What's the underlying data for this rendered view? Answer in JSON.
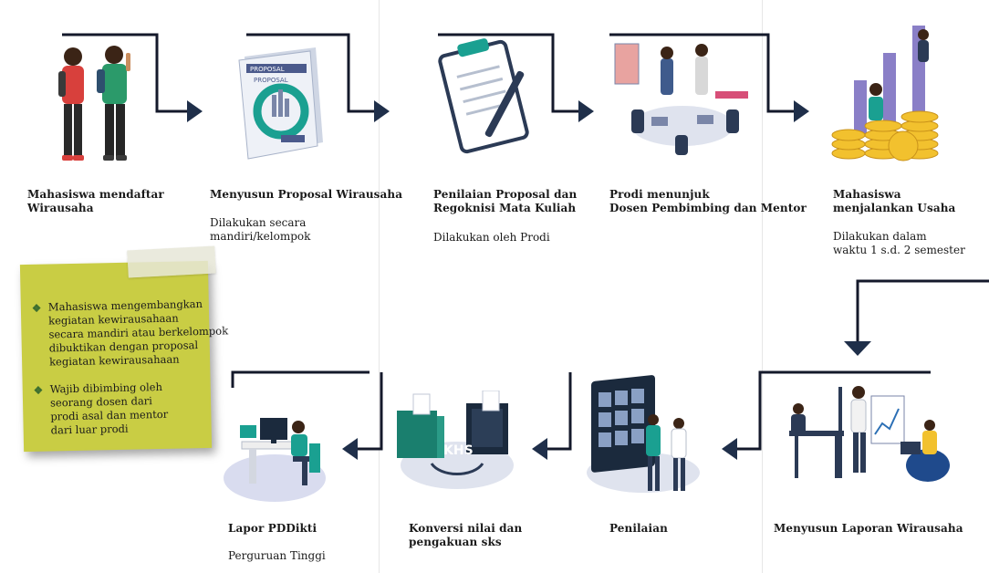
{
  "steps_top": [
    {
      "caption": [
        "Mahasiswa mendaftar",
        "Wirausaha"
      ],
      "sub": []
    },
    {
      "caption": [
        "Menyusun Proposal Wirausaha"
      ],
      "sub": [
        "Dilakukan secara",
        "mandiri/kelompok"
      ]
    },
    {
      "caption": [
        "Penilaian Proposal dan",
        "Regoknisi Mata Kuliah"
      ],
      "sub": [
        "Dilakukan oleh Prodi"
      ]
    },
    {
      "caption": [
        "Prodi menunjuk",
        "Dosen Pembimbing dan Mentor"
      ],
      "sub": []
    },
    {
      "caption": [
        "Mahasiswa",
        "menjalankan Usaha"
      ],
      "sub": [
        "Dilakukan dalam",
        "waktu 1 s.d. 2 semester"
      ]
    }
  ],
  "steps_bottom": [
    {
      "caption": [
        "Menyusun Laporan Wirausaha"
      ],
      "sub": []
    },
    {
      "caption": [
        "Penilaian"
      ],
      "sub": []
    },
    {
      "caption": [
        "Konversi nilai dan",
        "pengakuan sks"
      ],
      "sub": []
    },
    {
      "caption": [
        "Lapor PDDikti"
      ],
      "sub": [
        "Perguruan Tinggi"
      ]
    }
  ],
  "illustration_texts": {
    "proposal_cover_1": "PROPOSAL",
    "proposal_cover_2": "PROPOSAL",
    "khs_label": "KHS"
  },
  "note": {
    "items": [
      [
        "Mahasiswa mengembangkan",
        "kegiatan kewirausahaan",
        "secara mandiri atau berkelompok",
        "dibuktikan dengan proposal",
        "kegiatan kewirausahaan"
      ],
      [
        "Wajib dibimbing oleh",
        "seorang dosen dari",
        "prodi asal dan mentor",
        "dari luar prodi"
      ]
    ]
  },
  "colors": {
    "connector": "#14192b",
    "arrow": "#1f2f4a",
    "sticky": "#c9cd44",
    "accent_teal": "#1aa091",
    "accent_purple": "#8a7fc7",
    "gold": "#f2c12e"
  }
}
